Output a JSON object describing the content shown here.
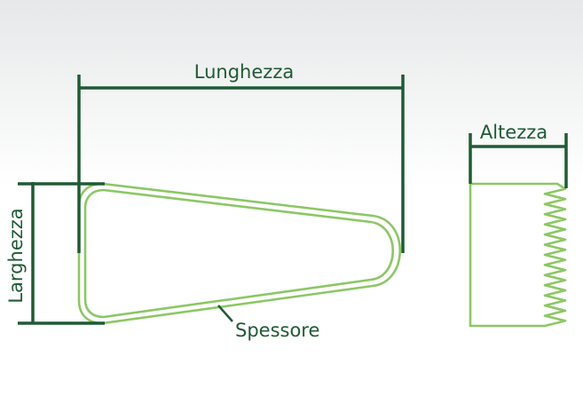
{
  "labels": {
    "length": "Lunghezza",
    "width": "Larghezza",
    "height": "Altezza",
    "thickness": "Spessore"
  },
  "colors": {
    "dimension_line": "#1e5b34",
    "text": "#1e5b34",
    "shape_outline": "#8cc765"
  }
}
